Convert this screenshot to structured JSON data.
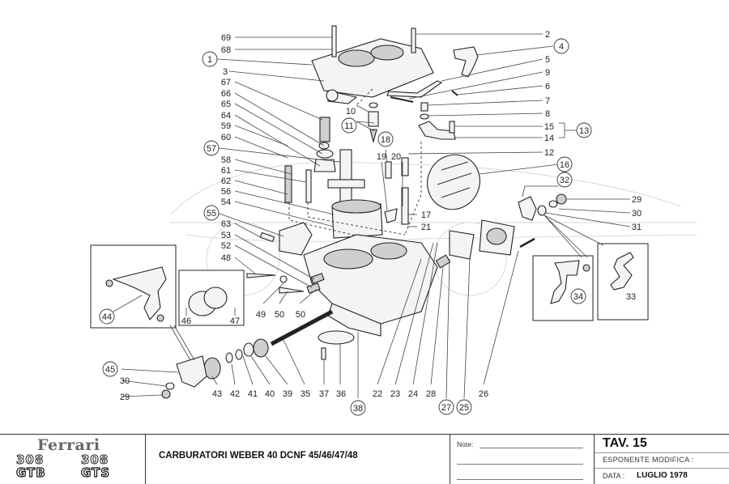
{
  "diagram": {
    "title": "Carburettor exploded parts view",
    "callouts": [
      {
        "id": "69",
        "text": "69",
        "circled": false
      },
      {
        "id": "68",
        "text": "68",
        "circled": false
      },
      {
        "id": "1",
        "text": "1",
        "circled": true
      },
      {
        "id": "3",
        "text": "3",
        "circled": false
      },
      {
        "id": "67",
        "text": "67",
        "circled": false
      },
      {
        "id": "66",
        "text": "66",
        "circled": false
      },
      {
        "id": "65",
        "text": "65",
        "circled": false
      },
      {
        "id": "64",
        "text": "64",
        "circled": false
      },
      {
        "id": "59",
        "text": "59",
        "circled": false
      },
      {
        "id": "60",
        "text": "60",
        "circled": false
      },
      {
        "id": "57",
        "text": "57",
        "circled": true
      },
      {
        "id": "58",
        "text": "58",
        "circled": false
      },
      {
        "id": "61",
        "text": "61",
        "circled": false
      },
      {
        "id": "62",
        "text": "62",
        "circled": false
      },
      {
        "id": "56",
        "text": "56",
        "circled": false
      },
      {
        "id": "54",
        "text": "54",
        "circled": false
      },
      {
        "id": "55",
        "text": "55",
        "circled": true
      },
      {
        "id": "63",
        "text": "63",
        "circled": false
      },
      {
        "id": "53",
        "text": "53",
        "circled": false
      },
      {
        "id": "52",
        "text": "52",
        "circled": false
      },
      {
        "id": "48",
        "text": "48",
        "circled": false
      },
      {
        "id": "2",
        "text": "2",
        "circled": false
      },
      {
        "id": "4",
        "text": "4",
        "circled": true
      },
      {
        "id": "5",
        "text": "5",
        "circled": false
      },
      {
        "id": "9",
        "text": "9",
        "circled": false
      },
      {
        "id": "6",
        "text": "6",
        "circled": false
      },
      {
        "id": "7",
        "text": "7",
        "circled": false
      },
      {
        "id": "8",
        "text": "8",
        "circled": false
      },
      {
        "id": "15",
        "text": "15",
        "circled": false
      },
      {
        "id": "14",
        "text": "14",
        "circled": false
      },
      {
        "id": "13",
        "text": "13",
        "circled": true
      },
      {
        "id": "12",
        "text": "12",
        "circled": false
      },
      {
        "id": "16",
        "text": "16",
        "circled": true
      },
      {
        "id": "10",
        "text": "10",
        "circled": false
      },
      {
        "id": "11",
        "text": "11",
        "circled": true
      },
      {
        "id": "18",
        "text": "18",
        "circled": true
      },
      {
        "id": "19",
        "text": "19",
        "circled": false
      },
      {
        "id": "20",
        "text": "20",
        "circled": false
      },
      {
        "id": "17",
        "text": "17",
        "circled": false
      },
      {
        "id": "21",
        "text": "21",
        "circled": false
      },
      {
        "id": "32",
        "text": "32",
        "circled": true
      },
      {
        "id": "29a",
        "text": "29",
        "circled": false
      },
      {
        "id": "30a",
        "text": "30",
        "circled": false
      },
      {
        "id": "31",
        "text": "31",
        "circled": false
      },
      {
        "id": "34",
        "text": "34",
        "circled": true
      },
      {
        "id": "33",
        "text": "33",
        "circled": false
      },
      {
        "id": "44",
        "text": "44",
        "circled": true
      },
      {
        "id": "46",
        "text": "46",
        "circled": false
      },
      {
        "id": "47",
        "text": "47",
        "circled": false
      },
      {
        "id": "49",
        "text": "49",
        "circled": false
      },
      {
        "id": "50a",
        "text": "50",
        "circled": false
      },
      {
        "id": "50b",
        "text": "50",
        "circled": false
      },
      {
        "id": "45",
        "text": "45",
        "circled": true
      },
      {
        "id": "30b",
        "text": "30",
        "circled": false
      },
      {
        "id": "29b",
        "text": "29",
        "circled": false
      },
      {
        "id": "43",
        "text": "43",
        "circled": false
      },
      {
        "id": "42",
        "text": "42",
        "circled": false
      },
      {
        "id": "41",
        "text": "41",
        "circled": false
      },
      {
        "id": "40",
        "text": "40",
        "circled": false
      },
      {
        "id": "39",
        "text": "39",
        "circled": false
      },
      {
        "id": "35",
        "text": "35",
        "circled": false
      },
      {
        "id": "37",
        "text": "37",
        "circled": false
      },
      {
        "id": "36",
        "text": "36",
        "circled": false
      },
      {
        "id": "38",
        "text": "38",
        "circled": true
      },
      {
        "id": "22",
        "text": "22",
        "circled": false
      },
      {
        "id": "23",
        "text": "23",
        "circled": false
      },
      {
        "id": "24",
        "text": "24",
        "circled": false
      },
      {
        "id": "28",
        "text": "28",
        "circled": false
      },
      {
        "id": "27",
        "text": "27",
        "circled": true
      },
      {
        "id": "25",
        "text": "25",
        "circled": true
      },
      {
        "id": "26",
        "text": "26",
        "circled": false
      }
    ]
  },
  "titleblock": {
    "brand": "Ferrari",
    "model_1_top": "308",
    "model_1_bottom": "GTB",
    "model_2_top": "308",
    "model_2_bottom": "GTS",
    "title": "CARBURATORI WEBER 40 DCNF 45/46/47/48",
    "notes_label": "Note:",
    "tav": "TAV. 15",
    "esponente_label": "ESPONENTE  MODIFICA :",
    "data_label": "DATA :",
    "data_value": "LUGLIO 1978"
  }
}
